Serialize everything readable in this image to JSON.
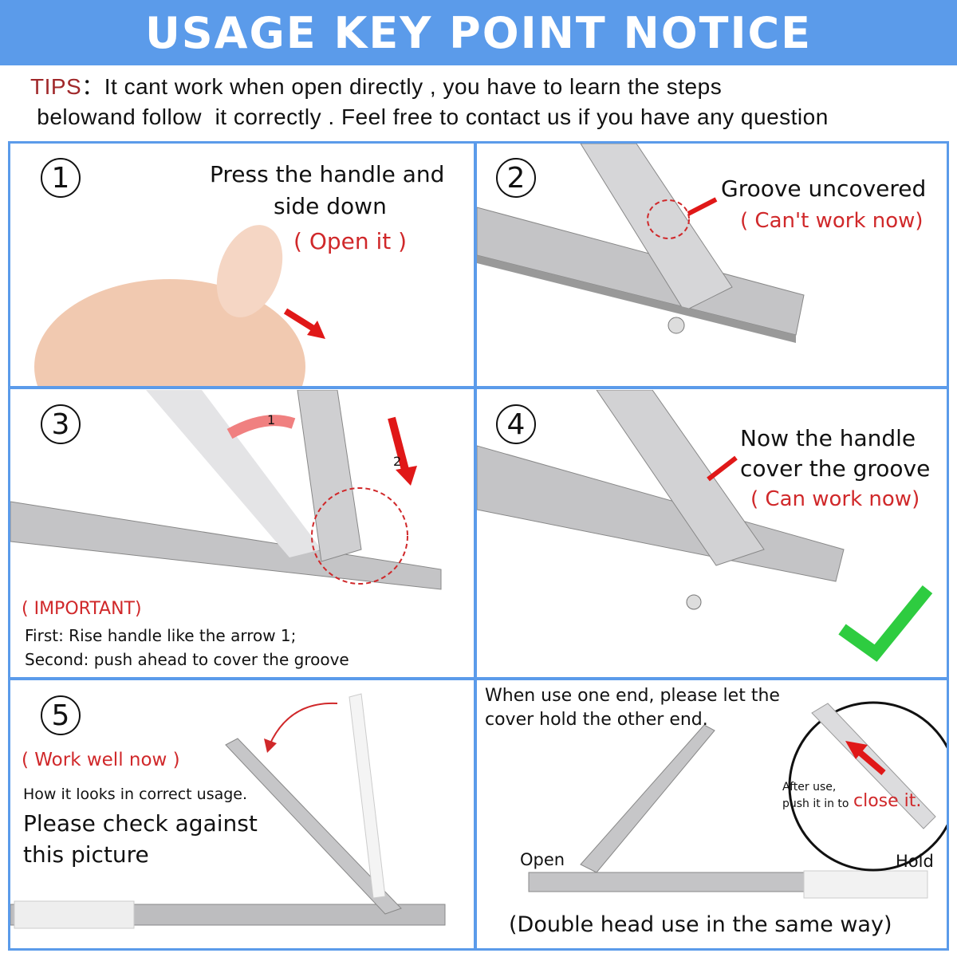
{
  "title": "USAGE KEY POINT NOTICE",
  "tips": {
    "label": "TIPS",
    "line1": "：It cant work when open directly , you have to learn the steps",
    "line2": "belowand follow  it correctly . Feel free to contact us if you have any question"
  },
  "steps": [
    {
      "number": "1",
      "line1": "Press the handle and",
      "line2": "side down",
      "note": "( Open it )"
    },
    {
      "number": "2",
      "line1": "Groove uncovered",
      "note": "( Can't work now)"
    },
    {
      "number": "3",
      "arrow1": "1",
      "arrow2": "2",
      "important": "( IMPORTANT)",
      "line1": "First: Rise handle like the arrow 1;",
      "line2": "Second: push ahead to cover the groove"
    },
    {
      "number": "4",
      "line1": "Now the handle",
      "line2": "cover the groove",
      "note": "( Can work now)"
    },
    {
      "number": "5",
      "note": "( Work well now )",
      "line1": "How it looks in correct usage.",
      "line2": "Please check against",
      "line3": "this picture"
    },
    {
      "line1": "When use one end, please let the",
      "line2": "cover hold the other end.",
      "inset1": "After use,",
      "inset2": "push it in to",
      "inset3": "close it.",
      "open": "Open",
      "hold": "Hold",
      "caption": "(Double head use in the same way)"
    }
  ],
  "colors": {
    "blue": "#5b9bea",
    "red": "#d0282a",
    "tips": "#a0282a",
    "check": "#2ecc40"
  }
}
